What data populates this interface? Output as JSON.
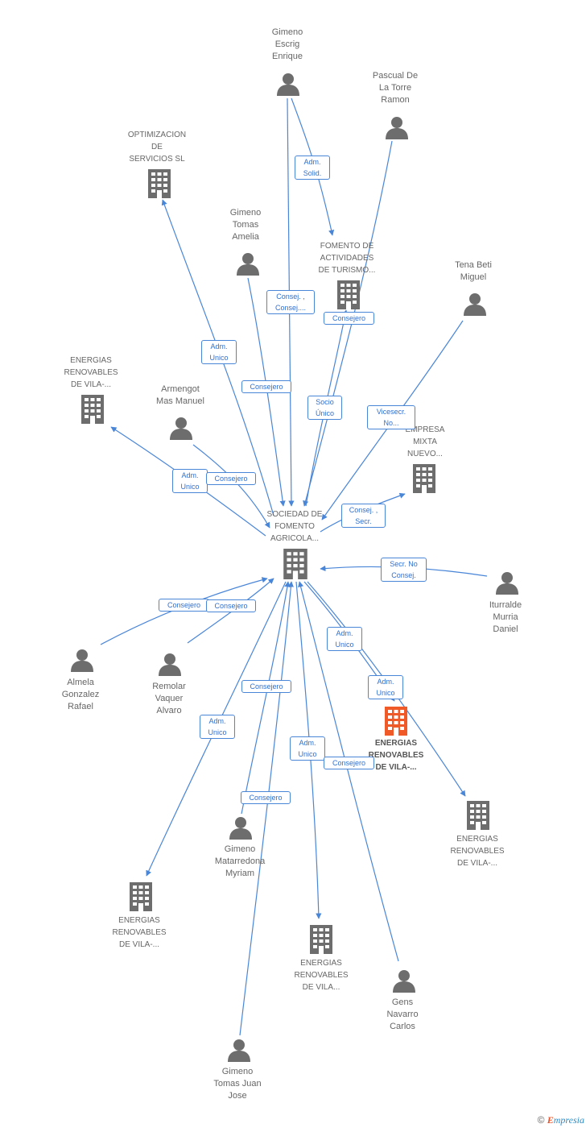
{
  "nodes": {
    "center": {
      "label": "SOCIEDAD DE\nFOMENTO\nAGRICOLA...",
      "type": "company"
    },
    "gimeno_escrig": {
      "label": "Gimeno\nEscrig\nEnrique",
      "type": "person"
    },
    "pascual": {
      "label": "Pascual De\nLa Torre\nRamon",
      "type": "person"
    },
    "optimizacion": {
      "label": "OPTIMIZACION\nDE\nSERVICIOS SL",
      "type": "company"
    },
    "gimeno_tomas_amelia": {
      "label": "Gimeno\nTomas\nAmelia",
      "type": "person"
    },
    "fomento_turismo": {
      "label": "FOMENTO DE\nACTIVIDADES\nDE TURISMO...",
      "type": "company"
    },
    "tena": {
      "label": "Tena Beti\nMiguel",
      "type": "person"
    },
    "energias_top_left": {
      "label": "ENERGIAS\nRENOVABLES\nDE VILA-...",
      "type": "company"
    },
    "armengot": {
      "label": "Armengot\nMas Manuel",
      "type": "person"
    },
    "empresa_mixta": {
      "label": "EMPRESA\nMIXTA\nNUEVO...",
      "type": "company"
    },
    "iturralde": {
      "label": "Iturralde\nMurria\nDaniel",
      "type": "person"
    },
    "almela": {
      "label": "Almela\nGonzalez\nRafael",
      "type": "person"
    },
    "remolar": {
      "label": "Remolar\nVaquer\nAlvaro",
      "type": "person"
    },
    "energias_highlight": {
      "label": "ENERGIAS\nRENOVABLES\nDE VILA-...",
      "type": "company-highlight"
    },
    "energias_right": {
      "label": "ENERGIAS\nRENOVABLES\nDE VILA-...",
      "type": "company"
    },
    "gimeno_matarredona": {
      "label": "Gimeno\nMatarredona\nMyriam",
      "type": "person"
    },
    "energias_bottom_left": {
      "label": "ENERGIAS\nRENOVABLES\nDE VILA-...",
      "type": "company"
    },
    "energias_bottom_mid": {
      "label": "ENERGIAS\nRENOVABLES\nDE VILA...",
      "type": "company"
    },
    "gens": {
      "label": "Gens\nNavarro\nCarlos",
      "type": "person"
    },
    "gimeno_tomas_juan": {
      "label": "Gimeno\nTomas Juan\nJose",
      "type": "person"
    }
  },
  "edge_labels": [
    {
      "id": "e1",
      "text": "Adm.\nSolid."
    },
    {
      "id": "e2",
      "text": "Consej. ,\nConsej...."
    },
    {
      "id": "e3",
      "text": "Consejero"
    },
    {
      "id": "e4",
      "text": "Adm.\nUnico"
    },
    {
      "id": "e5",
      "text": "Consejero"
    },
    {
      "id": "e6",
      "text": "Socio\nÚnico"
    },
    {
      "id": "e7",
      "text": "Vicesecr.\nNo..."
    },
    {
      "id": "e8",
      "text": "Adm.\nUnico"
    },
    {
      "id": "e9",
      "text": "Consejero"
    },
    {
      "id": "e10",
      "text": "Consej. ,\nSecr."
    },
    {
      "id": "e11",
      "text": "Secr.  No\nConsej."
    },
    {
      "id": "e12",
      "text": "Consejero"
    },
    {
      "id": "e13",
      "text": "Consejero"
    },
    {
      "id": "e14",
      "text": "Adm.\nUnico"
    },
    {
      "id": "e15",
      "text": "Adm.\nUnico"
    },
    {
      "id": "e16",
      "text": "Consejero"
    },
    {
      "id": "e17",
      "text": "Adm.\nUnico"
    },
    {
      "id": "e18",
      "text": "Adm.\nUnico"
    },
    {
      "id": "e19",
      "text": "Consejero"
    },
    {
      "id": "e20",
      "text": "Consejero"
    }
  ],
  "colors": {
    "edge": "#4a86d8",
    "icon": "#6d6d6d",
    "highlight": "#f05a28"
  },
  "footer": {
    "copyright": "©",
    "brand_initial": "E",
    "brand_rest": "mpresia"
  }
}
